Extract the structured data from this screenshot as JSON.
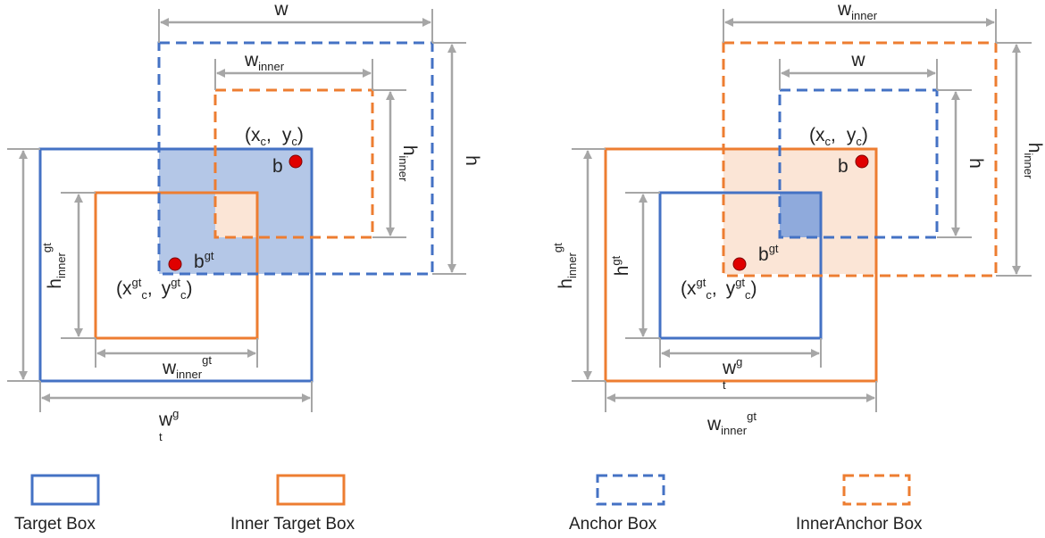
{
  "colors": {
    "blue": "#4472c4",
    "orange": "#ed7d31",
    "dimension_gray": "#a6a6a6",
    "point_red": "#e00000",
    "blue_fill": "#b4c7e7",
    "orange_fill": "#fbe5d6",
    "overlap_left": "#fbe5d6",
    "overlap_right": "#8faadc"
  },
  "left": {
    "w": "w",
    "h": "h",
    "w_inner": "w",
    "w_inner_sub": "inner",
    "h_inner": "h",
    "h_inner_sub": "inner",
    "center": {
      "open": "(x",
      "sub_c": "c",
      "comma": ",",
      "y": "y",
      "sub_c2": "c",
      "close": ")"
    },
    "point_b": "b",
    "point_bgt": "b",
    "point_bgt_sup": "gt",
    "gt_center": {
      "open": "(x",
      "sup_gt": "gt",
      "sub_c": "c",
      "comma": ",",
      "y": "y",
      "sup_gt2": "gt",
      "sub_c2": "c",
      "close": ")"
    },
    "h_inner_gt": "h",
    "h_inner_gt_sub": "inner",
    "h_inner_gt_sup": "gt",
    "w_inner_gt": "w",
    "w_inner_gt_sub": "inner",
    "w_inner_gt_sup": "gt",
    "w_gt": "w",
    "w_gt_sup": "g",
    "w_gt_sub": "t"
  },
  "right": {
    "w_inner": "w",
    "w_inner_sub": "inner",
    "w": "w",
    "h": "h",
    "h_inner": "h",
    "h_inner_sub": "inner",
    "center": {
      "open": "(x",
      "sub_c": "c",
      "comma": ",",
      "y": "y",
      "sub_c2": "c",
      "close": ")"
    },
    "point_b": "b",
    "point_bgt": "b",
    "point_bgt_sup": "gt",
    "gt_center": {
      "open": "(x",
      "sup_gt": "gt",
      "sub_c": "c",
      "comma": ",",
      "y": "y",
      "sup_gt2": "gt",
      "sub_c2": "c",
      "close": ")"
    },
    "h_inner_gt": "h",
    "h_inner_gt_sub": "inner",
    "h_inner_gt_sup": "gt",
    "h_gt": "h",
    "h_gt_sup": "gt",
    "w_gt": "w",
    "w_gt_sup": "g",
    "w_gt_sub": "t",
    "w_inner_gt": "w",
    "w_inner_gt_sub": "inner",
    "w_inner_gt_sup": "gt"
  },
  "legend": {
    "target_box": "Target Box",
    "inner_target_box": "Inner Target Box",
    "anchor_box": "Anchor Box",
    "inner_anchor_box": "InnerAnchor Box"
  }
}
